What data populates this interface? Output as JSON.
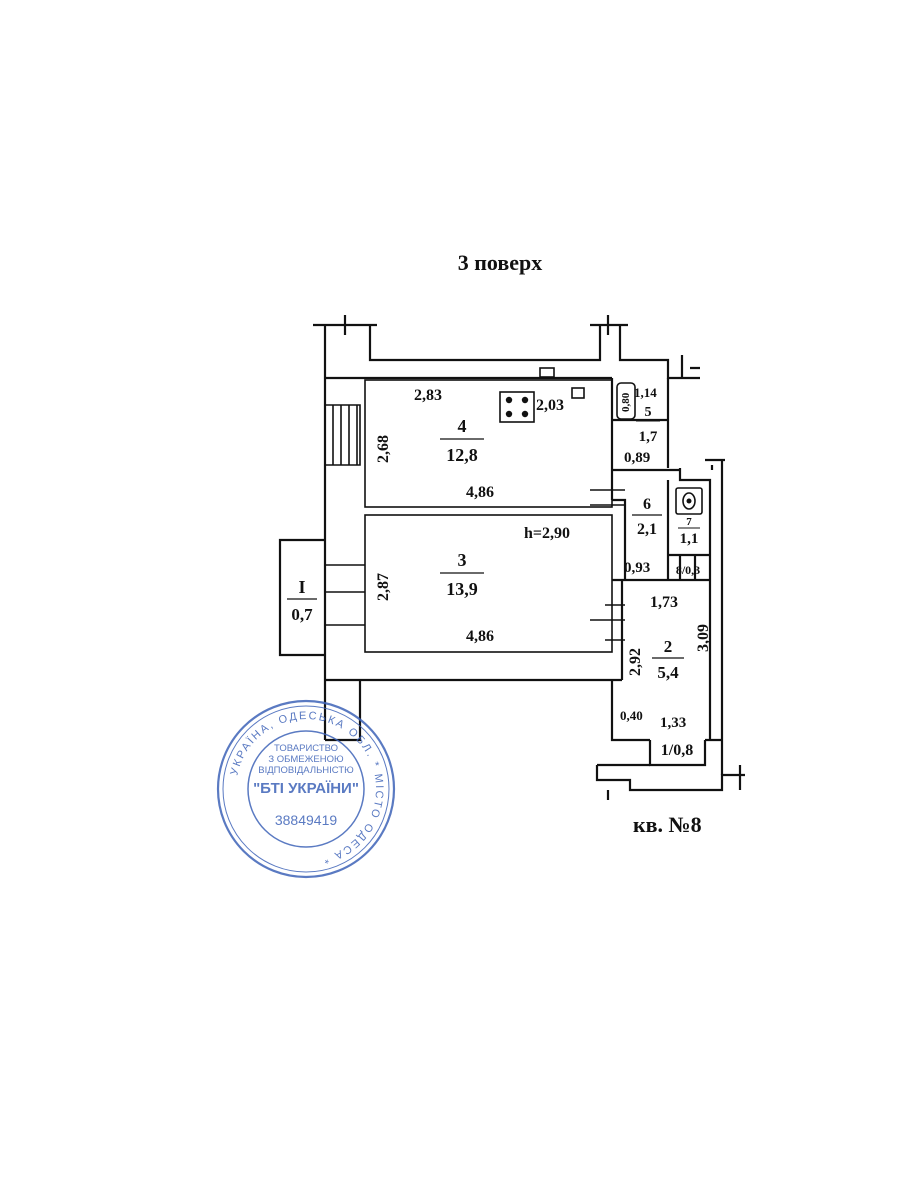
{
  "floor_title": "3 поверх",
  "apartment_label": "кв. №8",
  "ceiling_height": "h=2,90",
  "rooms": [
    {
      "number": "4",
      "area": "12,8"
    },
    {
      "number": "3",
      "area": "13,9"
    },
    {
      "number": "6",
      "area": "2,1"
    },
    {
      "number": "5",
      "area": "1,7"
    },
    {
      "number": "2",
      "area": "5,4"
    },
    {
      "number": "7",
      "area": "1,1"
    },
    {
      "number": "8/0,3"
    },
    {
      "number": "1/0,8"
    },
    {
      "number": "I",
      "area": "0,7"
    }
  ],
  "dimensions": [
    "2,83",
    "2,03",
    "2,68",
    "4,86",
    "2,87",
    "4,86",
    "0,80",
    "1,14",
    "0,89",
    "0,93",
    "1,73",
    "3,09",
    "2,92",
    "0,40",
    "1,33"
  ],
  "stamp": {
    "ring_text": "УКРАЇНА, ОДЕСЬКА ОБЛ. * МІСТО ОДЕСА *",
    "line1": "ТОВАРИСТВО",
    "line2": "З ОБМЕЖЕНОЮ",
    "line3": "ВІДПОВІДАЛЬНІСТЮ",
    "name": "\"БТІ УКРАЇНИ\"",
    "code": "38849419",
    "color": "#3e63b8"
  }
}
